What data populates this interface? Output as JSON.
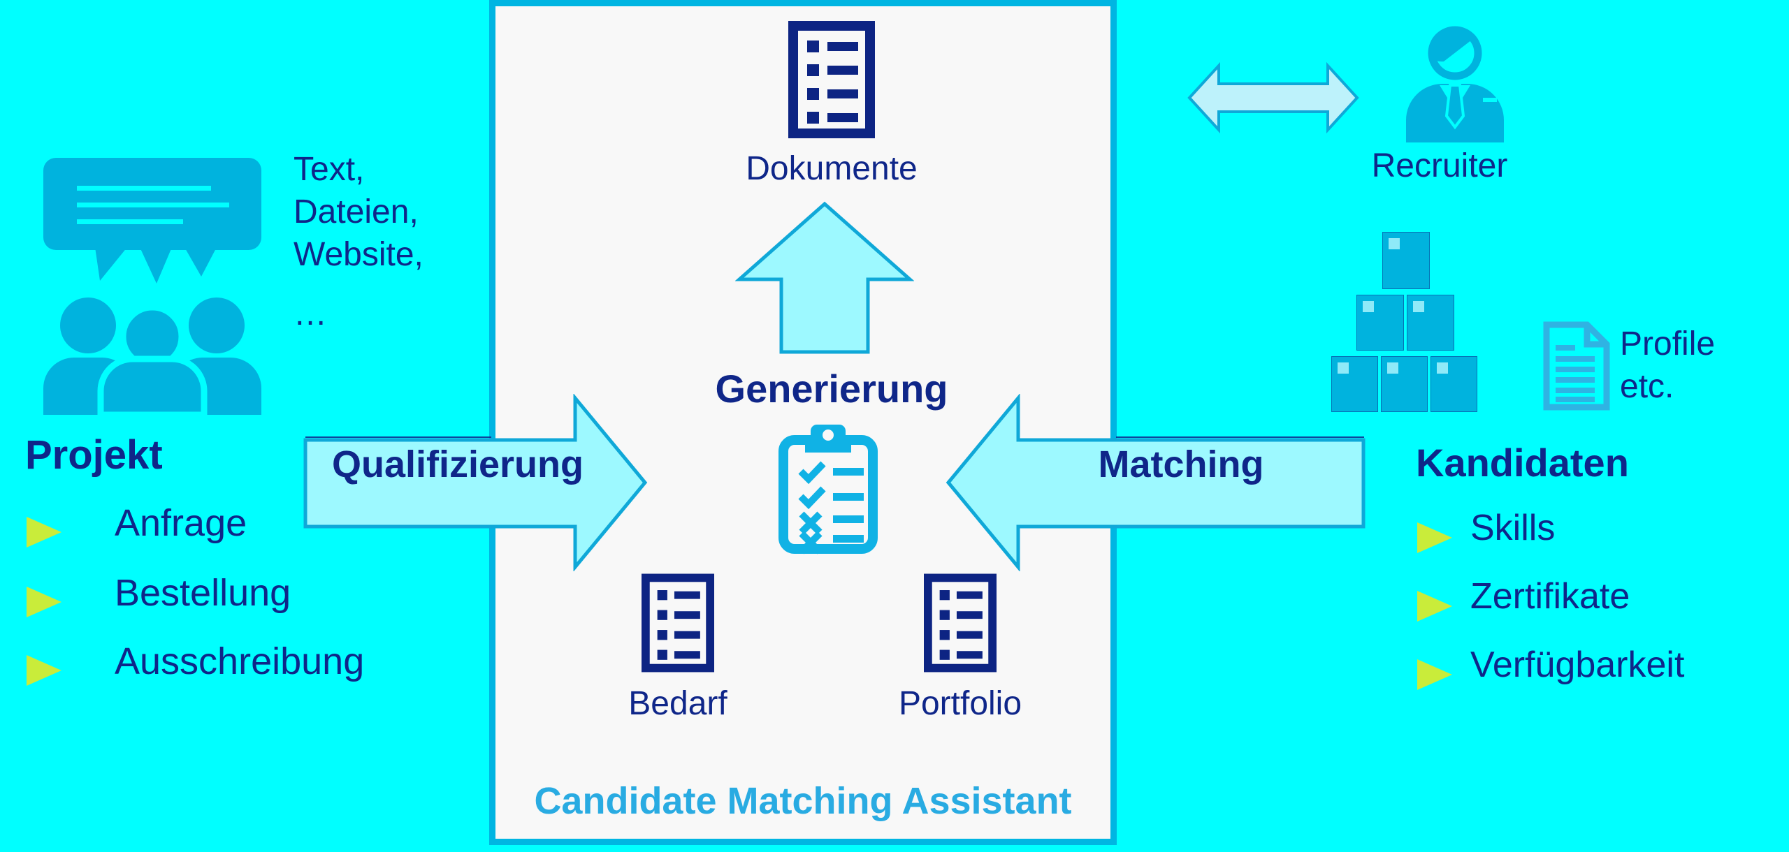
{
  "colors": {
    "background": "#00FFFF",
    "panel_fill": "#F8F8F8",
    "panel_border": "#00B5E2",
    "navy_text": "#0F2689",
    "icon_blue": "#00B3DE",
    "icon_doc_navy": "#0D2483",
    "clipboard_blue": "#10B2E5",
    "arrow_fill": "#9DF9FF",
    "arrow_border": "#0FA8D8",
    "bullet_green": "#C9EC3A",
    "title_blue": "#29ABE2"
  },
  "icons": {
    "left_group": "speech-bubble-with-people",
    "center_top": "document-list",
    "center_middle": "clipboard-checklist",
    "center_bottom_left": "document-list",
    "center_bottom_right": "document-list",
    "recruiter": "business-person",
    "exchange": "double-headed-arrow",
    "stacked_boxes": "crate-pyramid",
    "profile_doc": "document-outline"
  },
  "left": {
    "note_lines": [
      "Text,",
      "Dateien,",
      "Website,",
      "…"
    ],
    "heading": "Projekt",
    "items": [
      "Anfrage",
      "Bestellung",
      "Ausschreibung"
    ]
  },
  "center": {
    "top_label": "Dokumente",
    "process_label": "Generierung",
    "bottom_left_label": "Bedarf",
    "bottom_right_label": "Portfolio",
    "title": "Candidate Matching Assistant"
  },
  "arrows": {
    "left_label": "Qualifizierung",
    "right_label": "Matching"
  },
  "right": {
    "recruiter_label": "Recruiter",
    "profile_lines": [
      "Profile",
      "etc."
    ],
    "heading": "Kandidaten",
    "items": [
      "Skills",
      "Zertifikate",
      "Verfügbarkeit"
    ]
  }
}
